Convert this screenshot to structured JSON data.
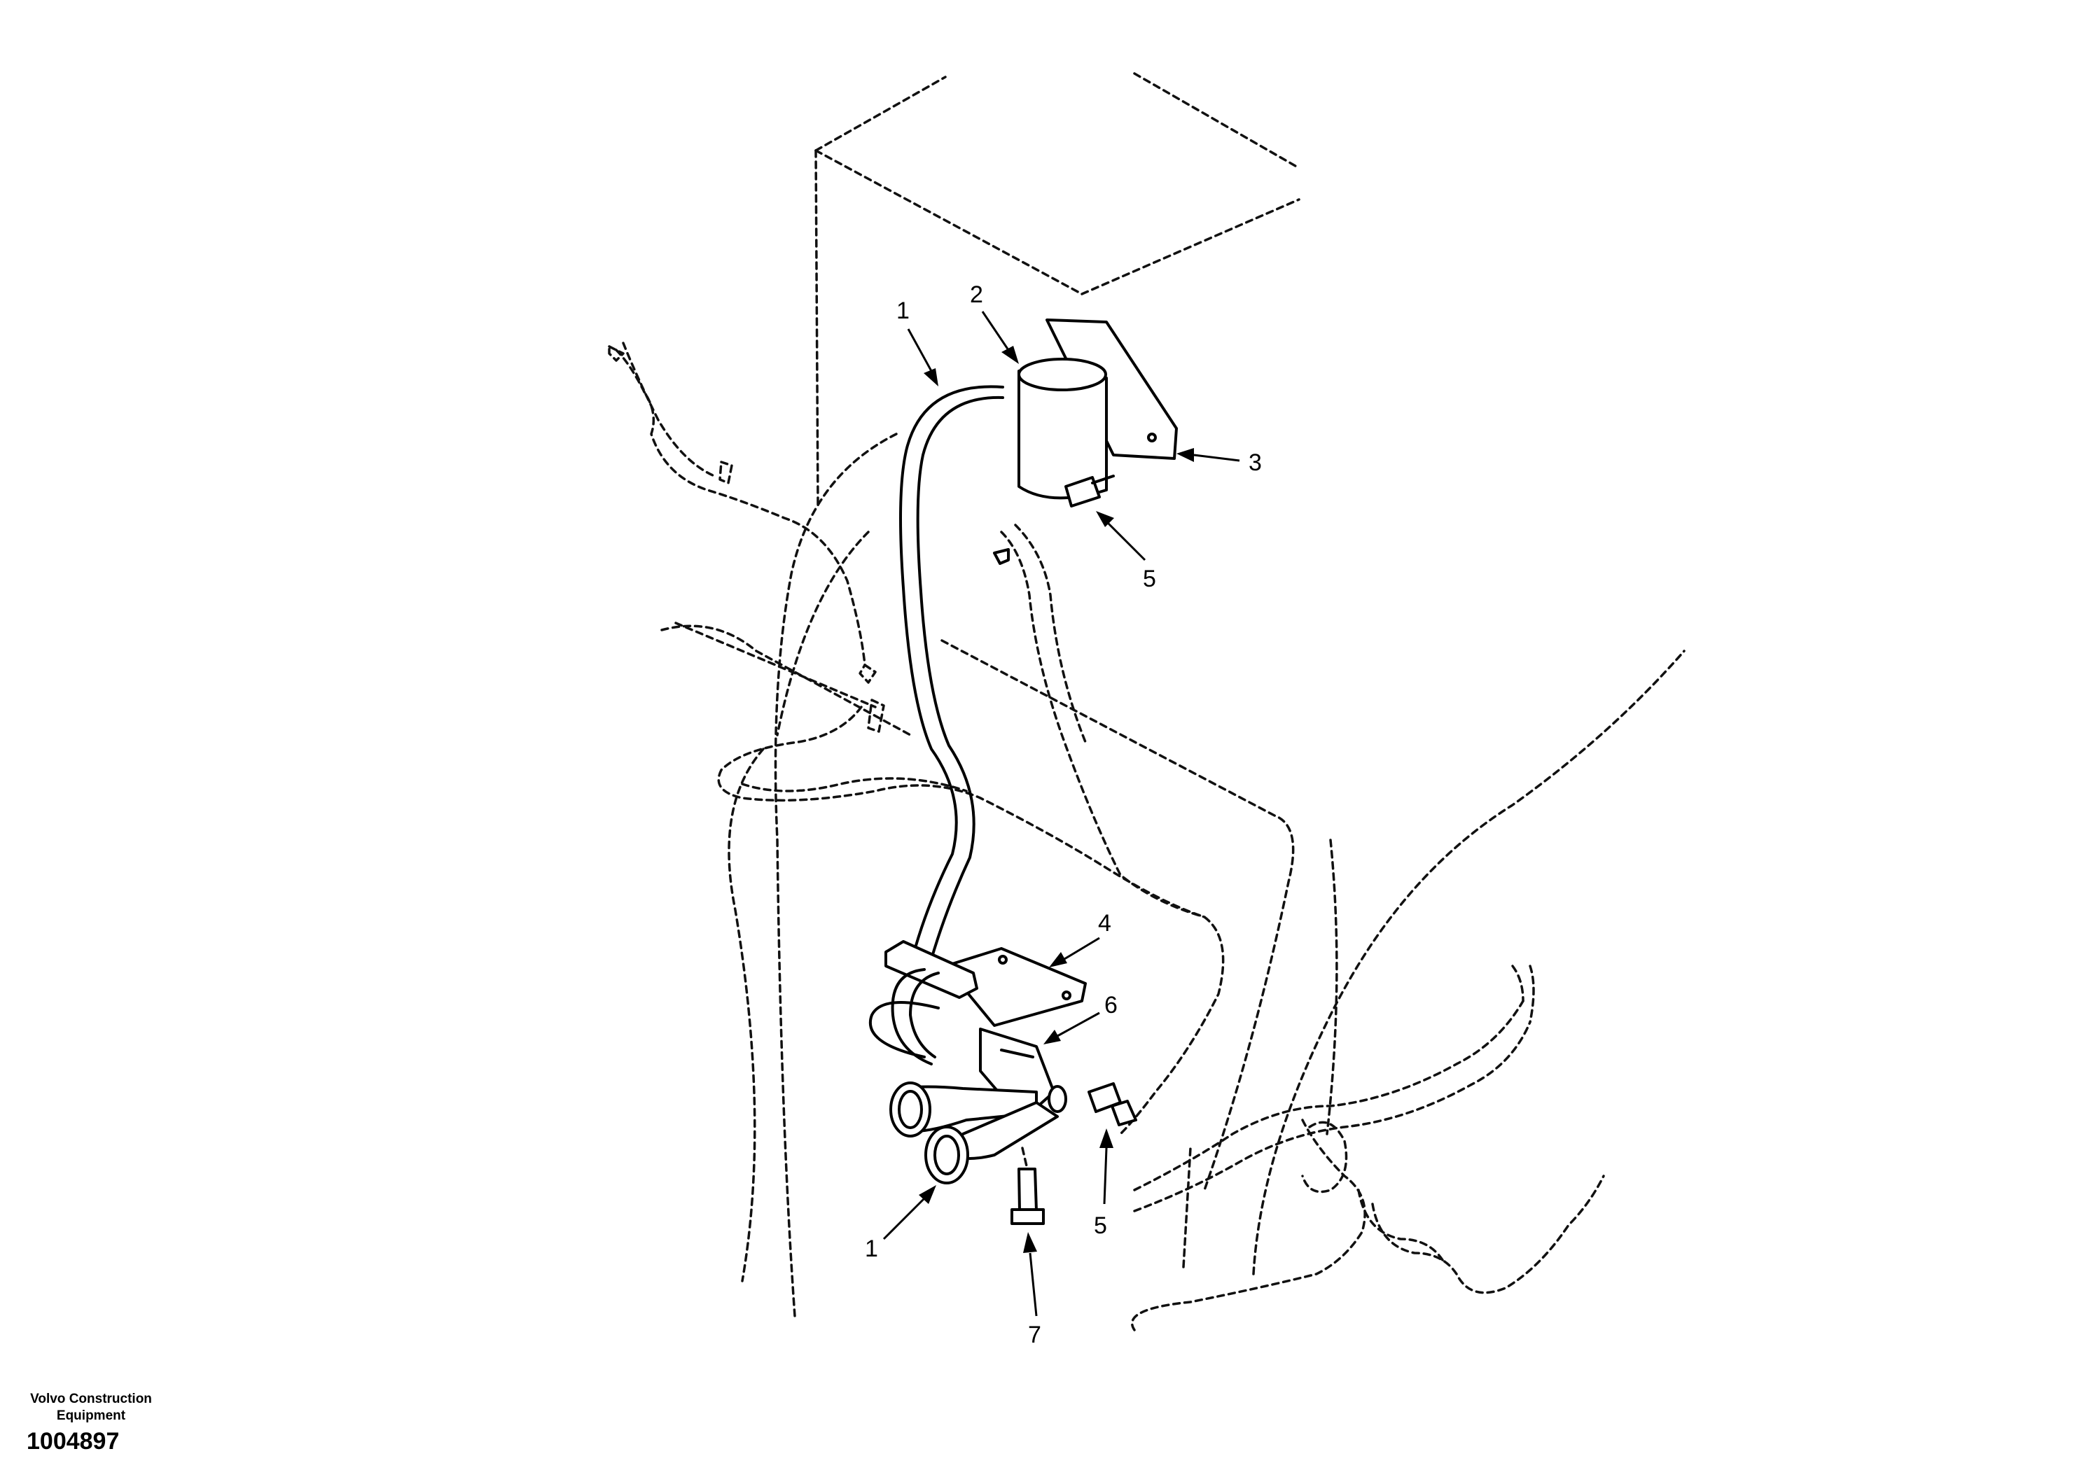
{
  "diagram": {
    "callouts": [
      "1",
      "2",
      "3",
      "5",
      "4",
      "6",
      "1",
      "5",
      "7"
    ]
  },
  "footer": {
    "brand_line1": "Volvo Construction",
    "brand_line2": "Equipment",
    "doc_number": "1004897"
  }
}
